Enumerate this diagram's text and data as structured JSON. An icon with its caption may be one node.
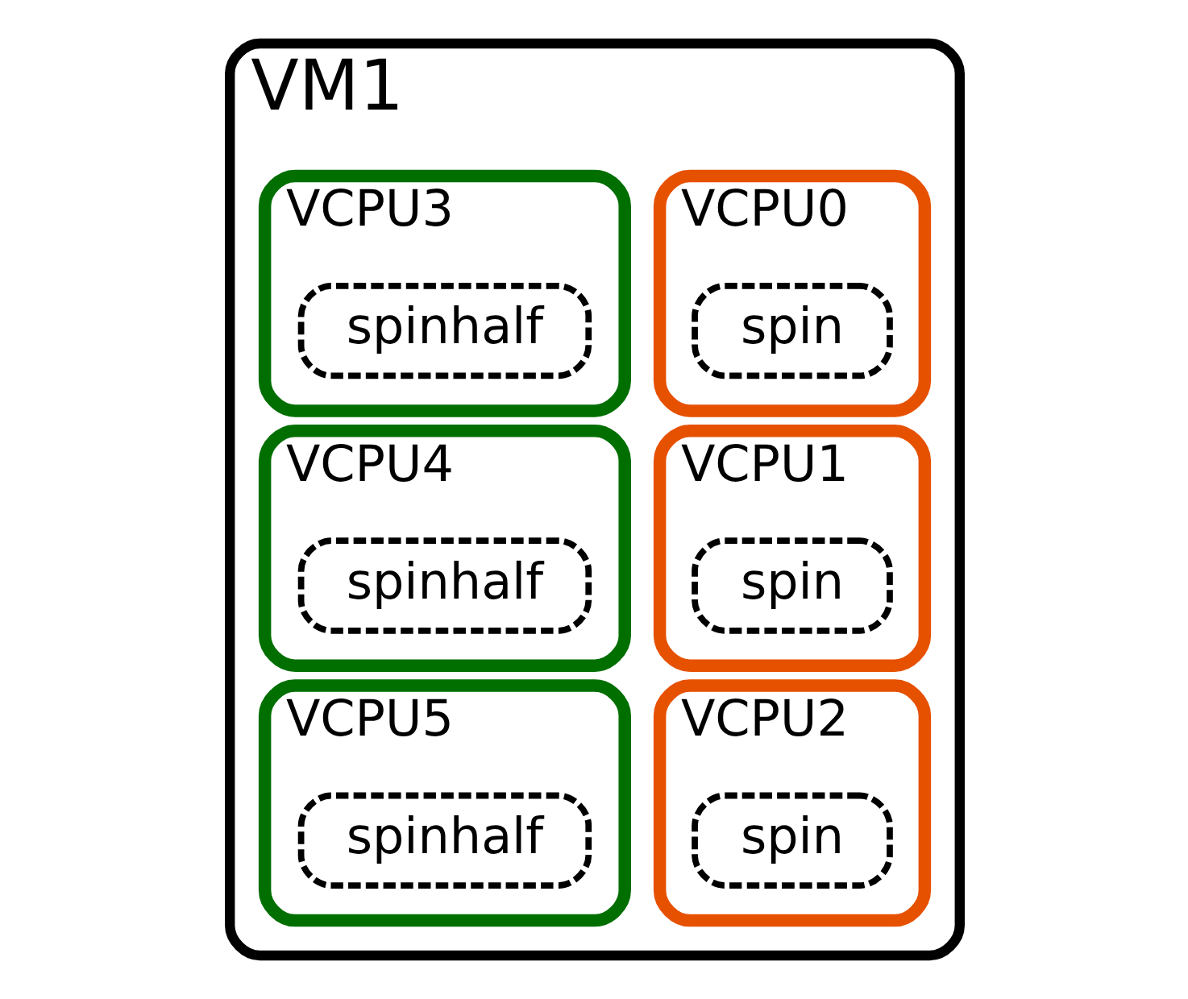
{
  "diagram": {
    "nodes": [
      {
        "text": [
          "VM1"
        ]
      },
      {
        "text": [
          "VCPU0"
        ],
        "in": 0
      },
      {
        "text": [
          "spin"
        ],
        "in": 1
      },
      {
        "text": [
          "VCPU3"
        ],
        "in": 0
      },
      {
        "text": [
          "spinhalf"
        ],
        "in": 3
      },
      {
        "text": [
          "VCPU1"
        ],
        "in": 0
      },
      {
        "text": [
          "spin"
        ],
        "in": 5
      },
      {
        "text": [
          "VCPU4"
        ],
        "in": 0
      },
      {
        "text": [
          "spinhalf"
        ],
        "in": 7
      },
      {
        "text": [
          "VCPU2"
        ],
        "in": 0
      },
      {
        "text": [
          "spin"
        ],
        "in": 9
      },
      {
        "text": [
          "VCPU5"
        ],
        "in": 0
      },
      {
        "text": [
          "spinhalf"
        ],
        "in": 11
      }
    ],
    "edges": []
  }
}
